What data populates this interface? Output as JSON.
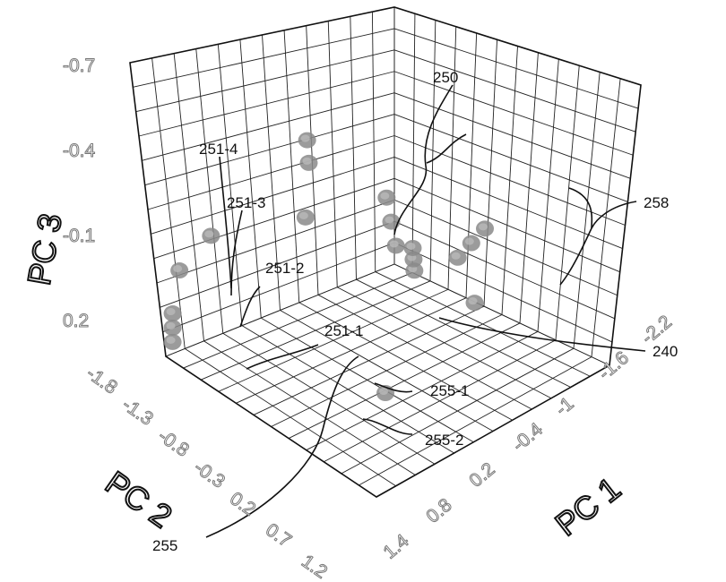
{
  "chart_data": {
    "type": "scatter",
    "xlabel": "PC 1",
    "ylabel": "PC 2",
    "zlabel": "PC 3",
    "x_ticks": [
      "1.4",
      "0.8",
      "0.2",
      "-0.4",
      "-1",
      "-1.6",
      "-2.2"
    ],
    "y_ticks": [
      "-1.8",
      "-1.3",
      "-0.8",
      "-0.3",
      "0.2",
      "0.7",
      "1.2"
    ],
    "z_ticks": [
      "-0.7",
      "-0.4",
      "-0.1",
      "0.2"
    ],
    "grid": true,
    "series": [
      {
        "name": "251-1",
        "points": [
          {
            "x": 0.9,
            "y": -1.6,
            "z": -0.25
          }
        ]
      },
      {
        "name": "251-2",
        "points": [
          {
            "x": 1.3,
            "y": -1.7,
            "z": -0.1
          }
        ]
      },
      {
        "name": "251-3",
        "points": [
          {
            "x": 1.35,
            "y": -1.75,
            "z": 0.05
          },
          {
            "x": 1.35,
            "y": -1.75,
            "z": 0.1
          }
        ]
      },
      {
        "name": "251-4",
        "points": [
          {
            "x": 1.35,
            "y": -1.75,
            "z": 0.15
          }
        ]
      },
      {
        "name": "255-1",
        "points": [
          {
            "x": 0.1,
            "y": 0.2,
            "z": -0.1
          },
          {
            "x": 0.05,
            "y": 0.1,
            "z": -0.2
          },
          {
            "x": 0.0,
            "y": 0.0,
            "z": -0.3
          }
        ]
      },
      {
        "name": "255-2",
        "points": [
          {
            "x": 0.3,
            "y": 0.6,
            "z": 0.05
          },
          {
            "x": 0.25,
            "y": 0.55,
            "z": 0.0
          },
          {
            "x": 0.2,
            "y": 0.5,
            "z": -0.05
          }
        ]
      },
      {
        "name": "250",
        "points": [
          {
            "x": -0.2,
            "y": -1.2,
            "z": -0.65
          },
          {
            "x": -0.1,
            "y": -1.1,
            "z": -0.55
          },
          {
            "x": -0.3,
            "y": -1.3,
            "z": -0.4
          }
        ]
      },
      {
        "name": "258",
        "points": [
          {
            "x": -1.7,
            "y": -0.4,
            "z": -0.3
          },
          {
            "x": -1.8,
            "y": -0.3,
            "z": -0.35
          },
          {
            "x": -1.9,
            "y": -0.2,
            "z": -0.4
          },
          {
            "x": -1.6,
            "y": -0.1,
            "z": -0.1
          }
        ]
      },
      {
        "name": "240",
        "points": [
          {
            "x": -1.0,
            "y": -0.8,
            "z": 0.2
          }
        ]
      }
    ],
    "reference_labels": [
      "250",
      "251-4",
      "251-3",
      "251-2",
      "251-1",
      "255-1",
      "255-2",
      "255",
      "258",
      "240"
    ]
  }
}
